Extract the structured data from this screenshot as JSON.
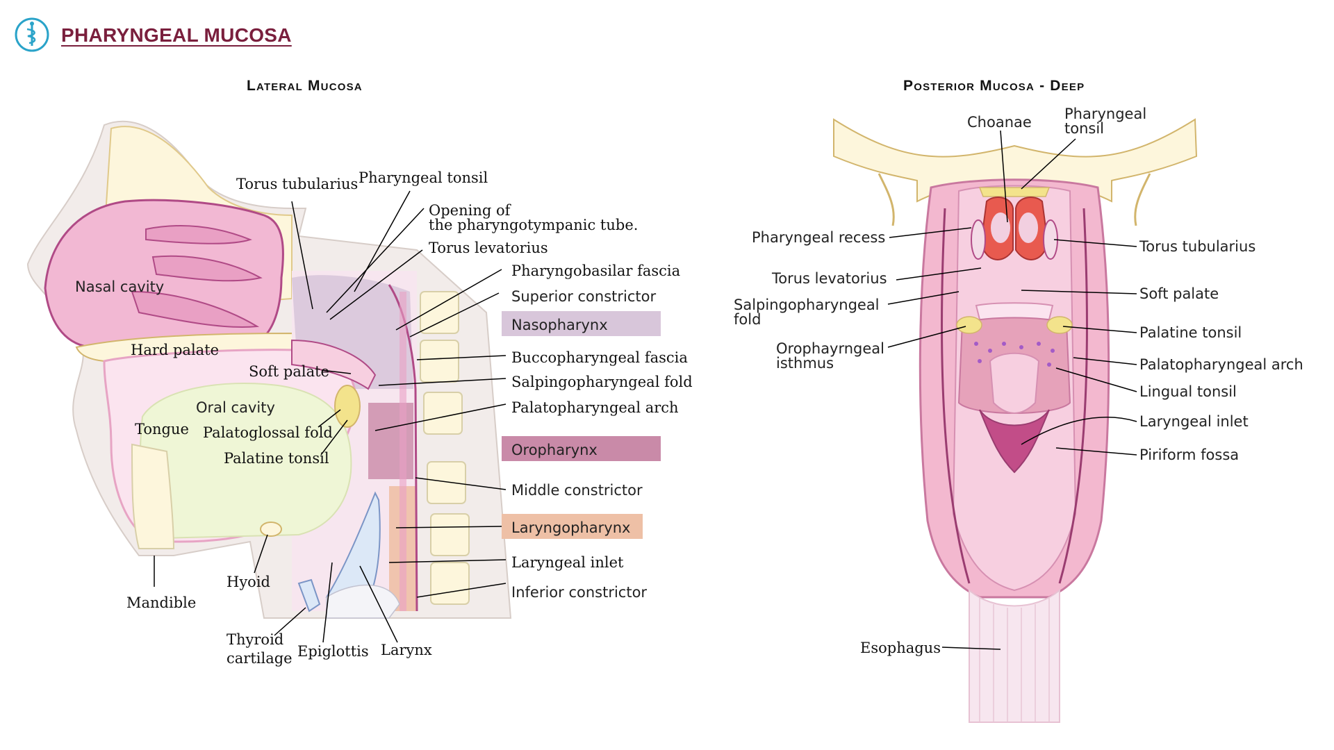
{
  "page": {
    "title": "PHARYNGEAL MUCOSA"
  },
  "lateral": {
    "heading": "Lateral Mucosa",
    "labels": {
      "nasal_cavity": "Nasal cavity",
      "hard_palate": "Hard palate",
      "soft_palate": "Soft palate",
      "oral_cavity": "Oral cavity",
      "tongue": "Tongue",
      "palatoglossal_fold": "Palatoglossal fold",
      "palatine_tonsil": "Palatine tonsil",
      "mandible": "Mandible",
      "hyoid": "Hyoid",
      "thyroid_cartilage_1": "Thyroid",
      "thyroid_cartilage_2": "cartilage",
      "epiglottis": "Epiglottis",
      "larynx": "Larynx",
      "torus_tubularius": "Torus tubularius",
      "pharyngeal_tonsil": "Pharyngeal tonsil",
      "opening_1": "Opening of",
      "opening_2": "the pharyngotympanic tube.",
      "torus_levatorius": "Torus levatorius",
      "pharyngobasilar_fascia": "Pharyngobasilar fascia",
      "superior_constrictor": "Superior constrictor",
      "nasopharynx": "Nasopharynx",
      "buccopharyngeal_fascia": "Buccopharyngeal fascia",
      "salpingopharyngeal_fold": "Salpingopharyngeal fold",
      "palatopharyngeal_arch": "Palatopharyngeal arch",
      "oropharynx": "Oropharynx",
      "middle_constrictor": "Middle constrictor",
      "laryngopharynx": "Laryngopharynx",
      "laryngeal_inlet": "Laryngeal inlet",
      "inferior_constrictor": "Inferior constrictor"
    }
  },
  "posterior": {
    "heading": "Posterior Mucosa - Deep",
    "labels": {
      "choanae": "Choanae",
      "pharyngeal_tonsil_1": "Pharyngeal",
      "pharyngeal_tonsil_2": "tonsil",
      "pharyngeal_recess": "Pharyngeal recess",
      "torus_levatorius": "Torus levatorius",
      "salpingopharyngeal_1": "Salpingopharyngeal",
      "salpingopharyngeal_2": "fold",
      "oropharyngeal_1": "Orophayrngeal",
      "oropharyngeal_2": "isthmus",
      "torus_tubularius": "Torus tubularius",
      "soft_palate": "Soft palate",
      "palatine_tonsil": "Palatine tonsil",
      "palatopharyngeal_arch": "Palatopharyngeal arch",
      "lingual_tonsil": "Lingual tonsil",
      "laryngeal_inlet": "Laryngeal inlet",
      "piriform_fossa": "Piriform fossa",
      "esophagus": "Esophagus"
    }
  },
  "colors": {
    "title": "#7a1f3d",
    "nasopharynx_box": "#d8c6da",
    "oropharynx_box": "#c98aa8",
    "laryngopharynx_box": "#eec0a6",
    "mucosa_pink": "#f3b8cf",
    "tissue_pink": "#f7cfe0",
    "bone_cream": "#fdf6dc",
    "tongue_green": "#eff6d6",
    "outline_magenta": "#b04a86"
  }
}
